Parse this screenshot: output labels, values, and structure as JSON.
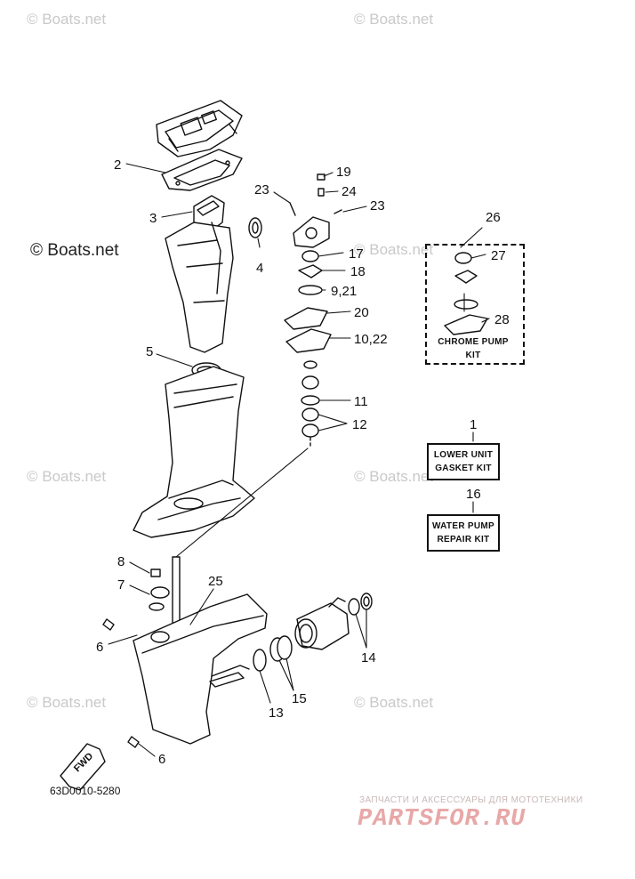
{
  "watermarks": {
    "top_left": "© Boats.net",
    "top_right": "© Boats.net",
    "left_mid": "© Boats.net",
    "right_mid": "© Boats.net",
    "center_left": "© Boats.net",
    "center_right": "© Boats.net",
    "bottom_left": "© Boats.net",
    "bottom_right": "© Boats.net"
  },
  "callouts": {
    "c2": "2",
    "c3": "3",
    "c4": "4",
    "c5": "5",
    "c19": "19",
    "c23a": "23",
    "c24": "24",
    "c23b": "23",
    "c17": "17",
    "c18": "18",
    "c9_21": "9,21",
    "c20": "20",
    "c10_22": "10,22",
    "c11": "11",
    "c12": "12",
    "c26": "26",
    "c27": "27",
    "c28": "28",
    "c1": "1",
    "c16": "16",
    "c8": "8",
    "c7": "7",
    "c25": "25",
    "c6a": "6",
    "c6b": "6",
    "c13": "13",
    "c15": "15",
    "c14": "14"
  },
  "kits": {
    "chrome_pump": {
      "line1": "CHROME PUMP",
      "line2": "KIT"
    },
    "lower_unit": {
      "line1": "LOWER UNIT",
      "line2": "GASKET KIT"
    },
    "water_pump": {
      "line1": "WATER PUMP",
      "line2": "REPAIR KIT"
    }
  },
  "fwd_label": "FWD",
  "diagram_code": "63D0010-5280",
  "brand": {
    "tagline": "ЗАПЧАСТИ И АКСЕССУАРЫ ДЛЯ МОТОТЕХНИКИ",
    "name": "PARTSFOR.RU"
  }
}
